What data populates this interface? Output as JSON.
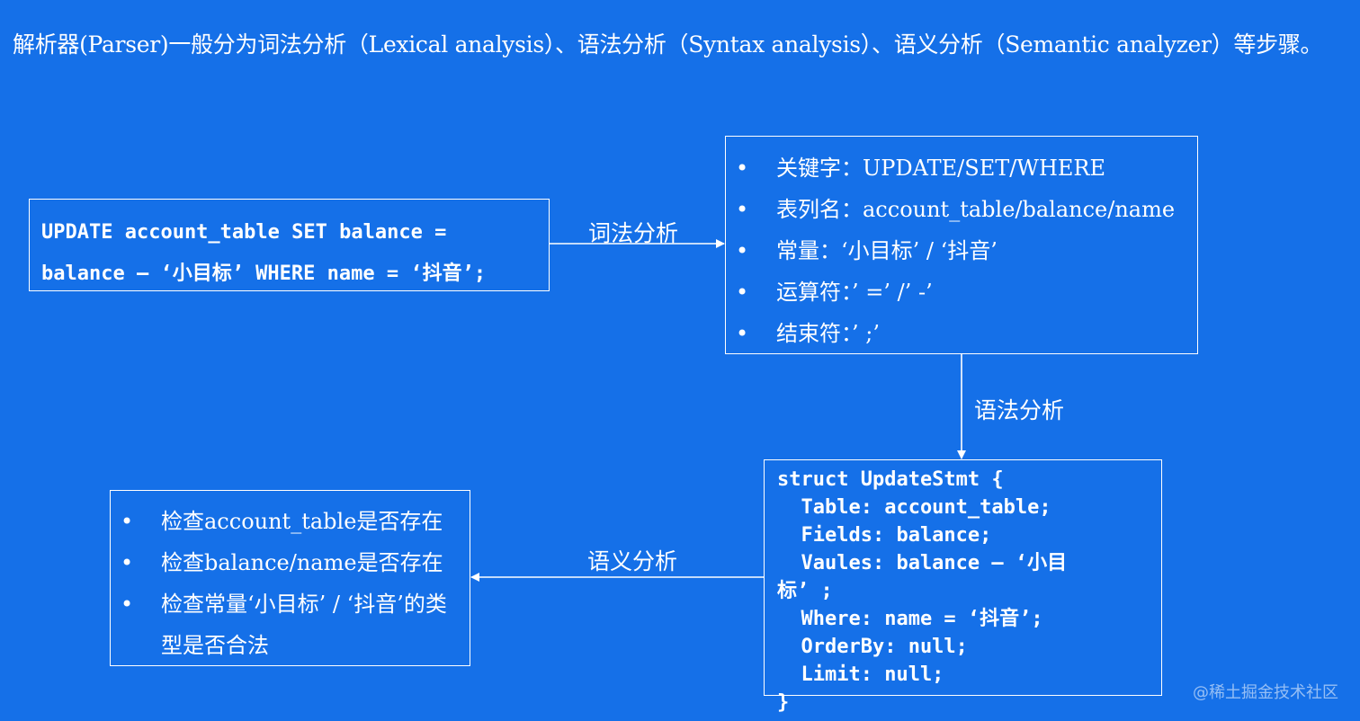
{
  "heading": "解析器(Parser)一般分为词法分析（Lexical analysis）、语法分析（Syntax analysis）、语义分析（Semantic analyzer）等步骤。",
  "sql_statement": "UPDATE account_table SET balance = balance – ‘小目标’ WHERE name = ‘抖音’;",
  "edges": {
    "lexical": "词法分析",
    "syntax": "语法分析",
    "semantic": "语义分析"
  },
  "lexical_tokens": [
    "关键字：UPDATE/SET/WHERE",
    "表列名：account_table/balance/name",
    "常量：‘小目标’ / ‘抖音’",
    "运算符：’ =’ /’ -’",
    "结束符：’ ;’"
  ],
  "struct_code": "struct UpdateStmt {\n  Table: account_table;\n  Fields: balance;\n  Vaules: balance – ‘小目\n标’ ;\n  Where: name = ‘抖音’;\n  OrderBy: null;\n  Limit: null;\n}",
  "semantic_checks": [
    "检查account_table是否存在",
    "检查balance/name是否存在",
    "检查常量‘小目标’ / ‘抖音’的类型是否合法"
  ],
  "bullet_glyph": "•",
  "watermark": "@稀土掘金技术社区",
  "colors": {
    "background": "#1570e8",
    "foreground": "#ffffff"
  }
}
